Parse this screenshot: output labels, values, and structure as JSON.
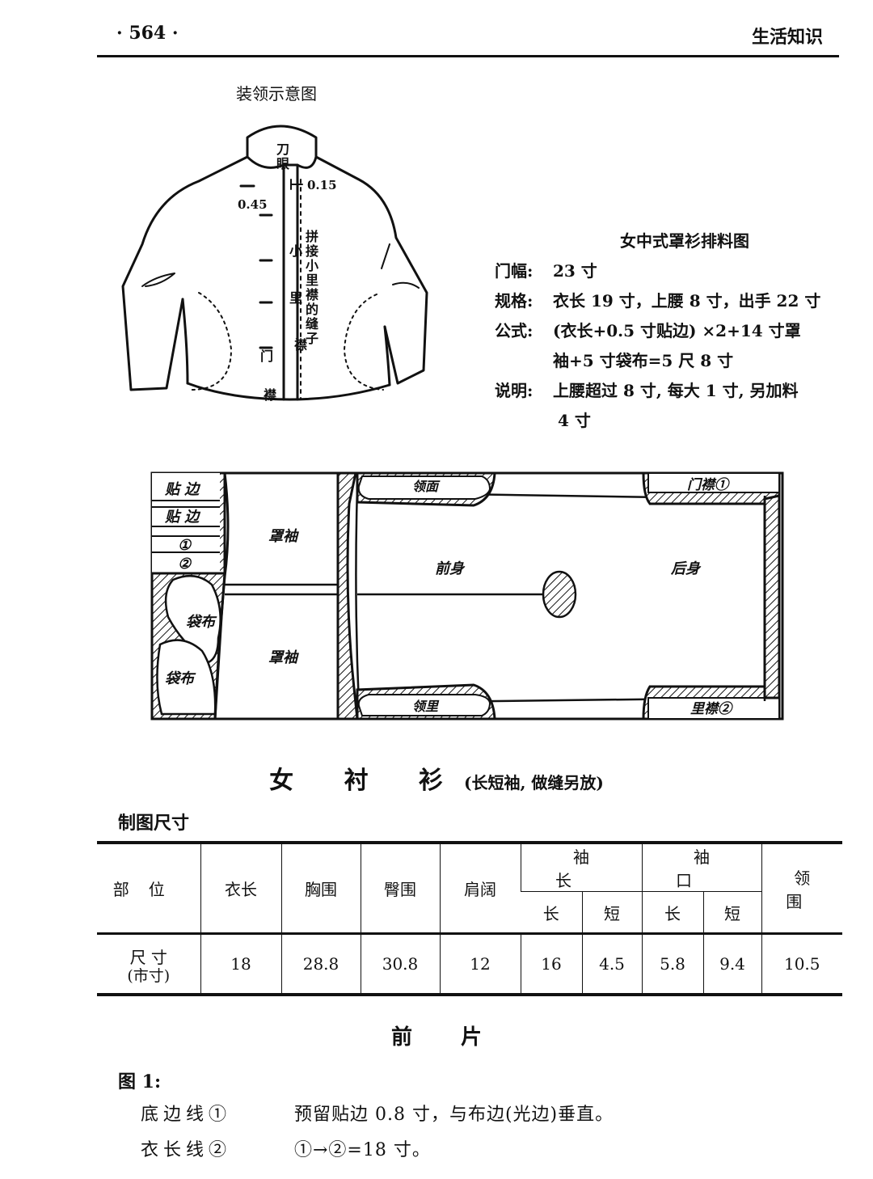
{
  "header": {
    "page_number": "· 564 ·",
    "book_title": "生活知识"
  },
  "collar_diagram": {
    "title": "装领示意图",
    "labels": {
      "dao": "刀",
      "yan": "眼",
      "m015": "0.15",
      "m045": "0.45",
      "seam": [
        "拼",
        "接",
        "小",
        "里",
        "襟",
        "的",
        "缝",
        "子"
      ],
      "xiaolijin": [
        "小",
        "里",
        "襟"
      ],
      "menjin": [
        "门",
        "襟"
      ]
    }
  },
  "layout_chart": {
    "title": "女中式罩衫排料图",
    "rows": [
      {
        "label": "门幅:",
        "value": "23 寸"
      },
      {
        "label": "规格:",
        "value": "衣长 19 寸，上腰 8 寸，出手 22 寸"
      },
      {
        "label": "公式:",
        "value": "(衣长+0.5 寸贴边) ×2+14 寸罩"
      },
      {
        "label": "",
        "value": "袖+5 寸袋布=5 尺 8 寸"
      },
      {
        "label": "说明:",
        "value": "上腰超过 8 寸, 每大 1 寸, 另加料"
      },
      {
        "label": "",
        "value": "4 寸"
      }
    ]
  },
  "marker_diagram": {
    "labels": {
      "tiebian1": "贴 边",
      "tiebian2": "贴 边",
      "c1": "①",
      "c2": "②",
      "zhaoxiu_top": "罩袖",
      "zhaoxiu_bottom": "罩袖",
      "daibu1": "袋布",
      "daibu2": "袋布",
      "lingmian": "领面",
      "lingli": "领里",
      "qianshen": "前身",
      "houshen": "后身",
      "menjin1": "门襟①",
      "lijin2": "里襟②"
    }
  },
  "shirt": {
    "title": "女  衬  衫",
    "note": "(长短袖, 做缝另放)",
    "draft_label": "制图尺寸"
  },
  "spec_table": {
    "h_part": "部位",
    "h_length": "衣长",
    "h_chest": "胸围",
    "h_hip": "臀围",
    "h_shoulder": "肩阔",
    "h_sleeve_len": "袖长",
    "h_cuff": "袖口",
    "h_collar": "领围",
    "h_long": "长",
    "h_short": "短",
    "row_label": "尺  寸",
    "row_unit": "(市寸)",
    "values": [
      "18",
      "28.8",
      "30.8",
      "12",
      "16",
      "4.5",
      "5.8",
      "9.4",
      "10.5"
    ]
  },
  "front_piece": {
    "title": "前片",
    "figure": "图 1:",
    "lines": [
      {
        "name": "底边线①",
        "desc": "预留贴边 0.8 寸，与布边(光边)垂直。"
      },
      {
        "name": "衣长线②",
        "desc": "①→②=18 寸。"
      }
    ]
  }
}
